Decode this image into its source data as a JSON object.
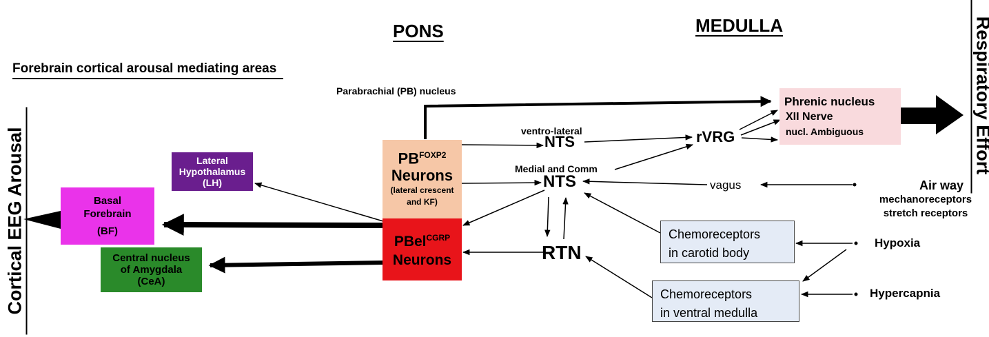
{
  "headings": {
    "pons": "PONS",
    "medulla": "MEDULLA",
    "forebrain": "Forebrain cortical arousal mediating areas",
    "cortical": "Cortical EEG Arousal",
    "respiratory": "Respiratory Effort"
  },
  "labels": {
    "parabrachial": "Parabrachial (PB) nucleus",
    "ventro_lateral": "ventro-lateral",
    "nts_upper": "NTS",
    "medial_comm": "Medial and Comm",
    "nts_middle": "NTS",
    "rtn": "RTN",
    "rvrg": "rVRG",
    "vagus": "vagus"
  },
  "boxes": {
    "pb_foxp2": {
      "main": "PB",
      "sup": "FOXP2",
      "line2": "Neurons",
      "sub1": "(lateral crescent",
      "sub2": "and KF)",
      "color": "#f6c7a7"
    },
    "pbel_cgrp": {
      "main": "PBel",
      "sup": "CGRP",
      "line2": "Neurons",
      "color": "#e8141a"
    },
    "lateral_hypothalamus": {
      "lines": [
        "Lateral",
        "Hypothalamus",
        "(LH)"
      ],
      "color": "#6a1e8e"
    },
    "basal_forebrain": {
      "lines": [
        "Basal",
        "Forebrain",
        "(BF)"
      ],
      "color": "#ea33ea"
    },
    "amygdala": {
      "lines": [
        "Central nucleus",
        "of Amygdala",
        "(CeA)"
      ],
      "color": "#2a8a2a"
    },
    "motor": {
      "lines": [
        "Phrenic nucleus",
        "XII Nerve",
        "nucl. Ambiguous"
      ],
      "color": "#f9dadd"
    },
    "chemo_carotid": {
      "lines": [
        "Chemoreceptors",
        "in carotid body"
      ],
      "color": "#e4ebf6"
    },
    "chemo_ventral": {
      "lines": [
        "Chemoreceptors",
        "in ventral medulla"
      ],
      "color": "#e4ebf6"
    }
  },
  "stimuli": {
    "airway": {
      "title": "Air way",
      "line2": "mechanoreceptors",
      "line3": "stretch receptors"
    },
    "hypoxia": "Hypoxia",
    "hypercapnia": "Hypercapnia"
  }
}
